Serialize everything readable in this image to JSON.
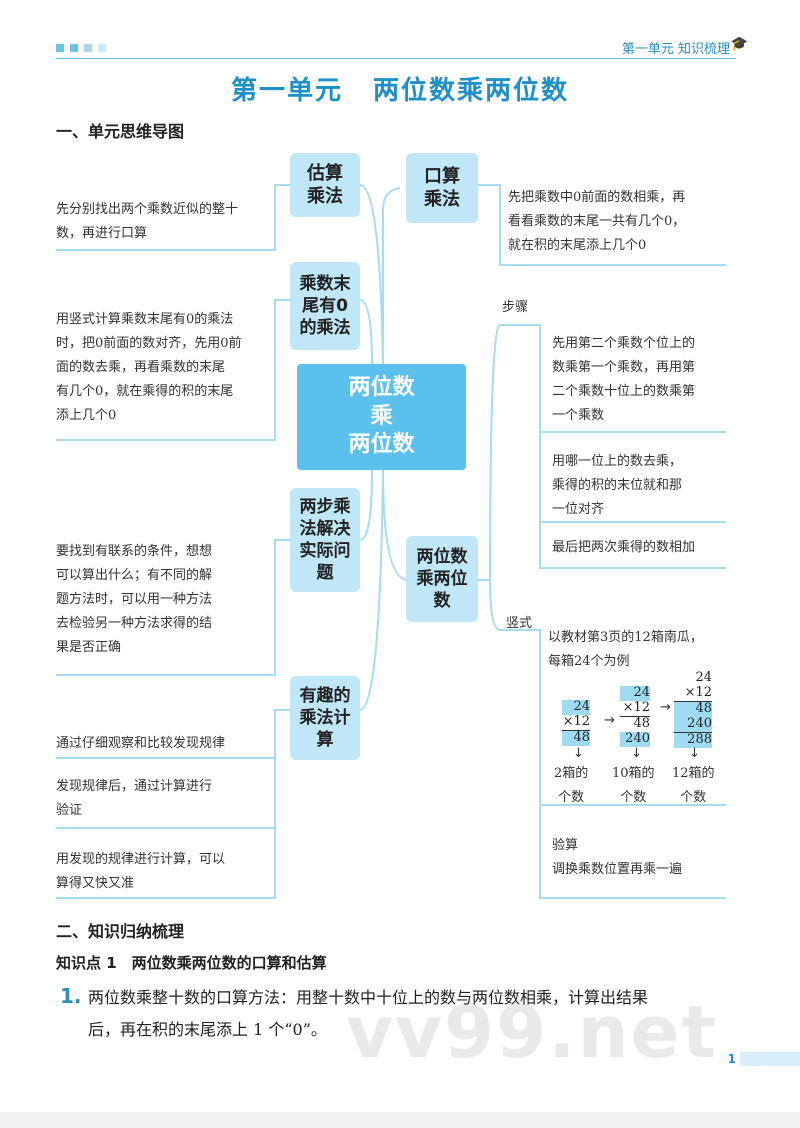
{
  "header": {
    "label": "第一单元  知识梳理"
  },
  "title": {
    "left": "第一单元",
    "right": "两位数乘两位数"
  },
  "section1": "一、单元思维导图",
  "mindmap": {
    "center": [
      "两位数",
      "乘",
      "两位数"
    ],
    "estimate": {
      "label": [
        "估算",
        "乘法"
      ],
      "note": [
        "先分别找出两个乘数近似的整十",
        "数，再进行口算"
      ]
    },
    "zero": {
      "label": [
        "乘数末",
        "尾有0",
        "的乘法"
      ],
      "note": [
        "用竖式计算乘数末尾有0的乘法",
        "时，把0前面的数对齐，先用0前",
        "面的数去乘，再看乘数的末尾",
        "有几个0，就在乘得的积的末尾",
        "添上几个0"
      ]
    },
    "twostep": {
      "label": [
        "两步乘",
        "法解决",
        "实际问",
        "题"
      ],
      "note": [
        "要找到有联系的条件，想想",
        "可以算出什么；有不同的解",
        "题方法时，可以用一种方法",
        "去检验另一种方法求得的结",
        "果是否正确"
      ]
    },
    "fun": {
      "label": [
        "有趣的",
        "乘法计",
        "算"
      ],
      "notes": [
        [
          "通过仔细观察和比较发现规律"
        ],
        [
          "发现规律后，通过计算进行",
          "验证"
        ],
        [
          "用发现的规律进行计算，可以",
          "算得又快又准"
        ]
      ]
    },
    "oral": {
      "label": [
        "口算",
        "乘法"
      ],
      "note": [
        "先把乘数中0前面的数相乘，再",
        "看看乘数的末尾一共有几个0，",
        "就在积的末尾添上几个0"
      ]
    },
    "written": {
      "label": [
        "两位数",
        "乘两位",
        "数"
      ],
      "steps_label": "步骤",
      "steps": [
        [
          "先用第二个乘数个位上的",
          "数乘第一个乘数，再用第",
          "二个乘数十位上的数乘第",
          "一个乘数"
        ],
        [
          "用哪一位上的数去乘，",
          "乘得的积的末位就和那",
          "一位对齐"
        ],
        [
          "最后把两次乘得的数相加"
        ]
      ],
      "vertical_label": "竖式",
      "example": [
        "以教材第3页的12箱南瓜，",
        "每箱24个为例"
      ],
      "calc1": [
        "24",
        "×12",
        "48"
      ],
      "calc2": [
        "24",
        "×12",
        "48",
        "240"
      ],
      "calc3": [
        "24",
        "×12",
        "48",
        "240",
        "288"
      ],
      "captions": [
        [
          "2箱的",
          "个数"
        ],
        [
          "10箱的",
          "个数"
        ],
        [
          "12箱的",
          "个数"
        ]
      ],
      "check_label": "验算",
      "check_note": "调换乘数位置再乘一遍"
    }
  },
  "section2": "二、知识归纳梳理",
  "kp1": "知识点 1　两位数乘两位数的口算和估算",
  "item1": {
    "num": "1.",
    "lines": [
      "两位数乘整十数的口算方法：用整十数中十位上的数与两位数相乘，计算出结果",
      "后，再在积的末尾添上 1 个“0”。"
    ]
  },
  "watermark": "vv99.net",
  "page_number": "1",
  "colors": {
    "accent": "#1f8fc7",
    "box": "#bfe7f8",
    "center": "#5bc0eb",
    "line": "#a8dbf0"
  }
}
